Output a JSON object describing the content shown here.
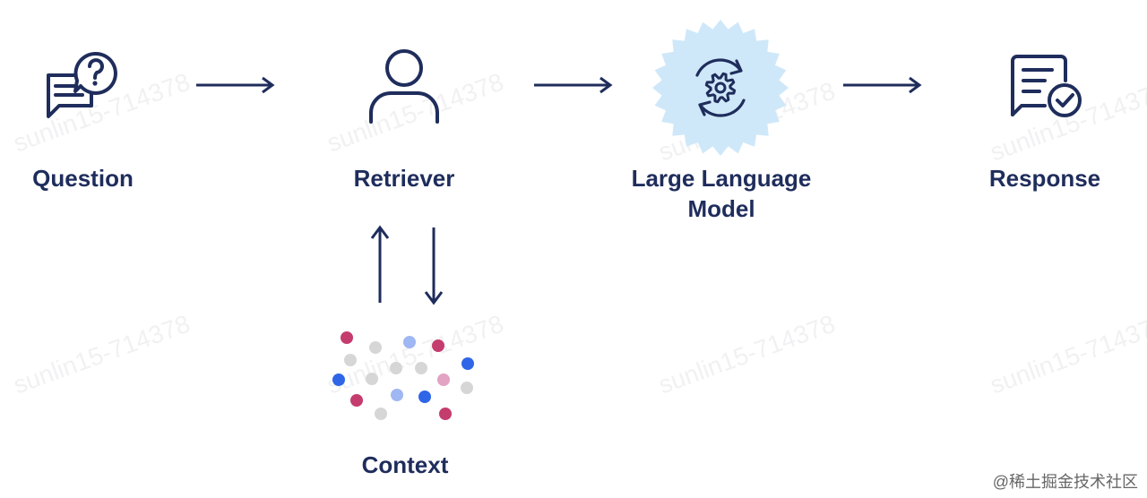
{
  "nodes": {
    "question": {
      "label": "Question"
    },
    "retriever": {
      "label": "Retriever"
    },
    "llm": {
      "label_line1": "Large Language",
      "label_line2": "Model"
    },
    "response": {
      "label": "Response"
    },
    "context": {
      "label": "Context"
    }
  },
  "watermark": "sunlin15-714378",
  "credit": "@稀土掘金技术社区",
  "colors": {
    "primary": "#1f2d5c",
    "llm_badge": "#cfe8f9",
    "dot_pink": "#c43c6d",
    "dot_blue": "#2f66e8",
    "dot_lightblue": "#9fb7f2",
    "dot_gray": "#d6d6d6"
  }
}
